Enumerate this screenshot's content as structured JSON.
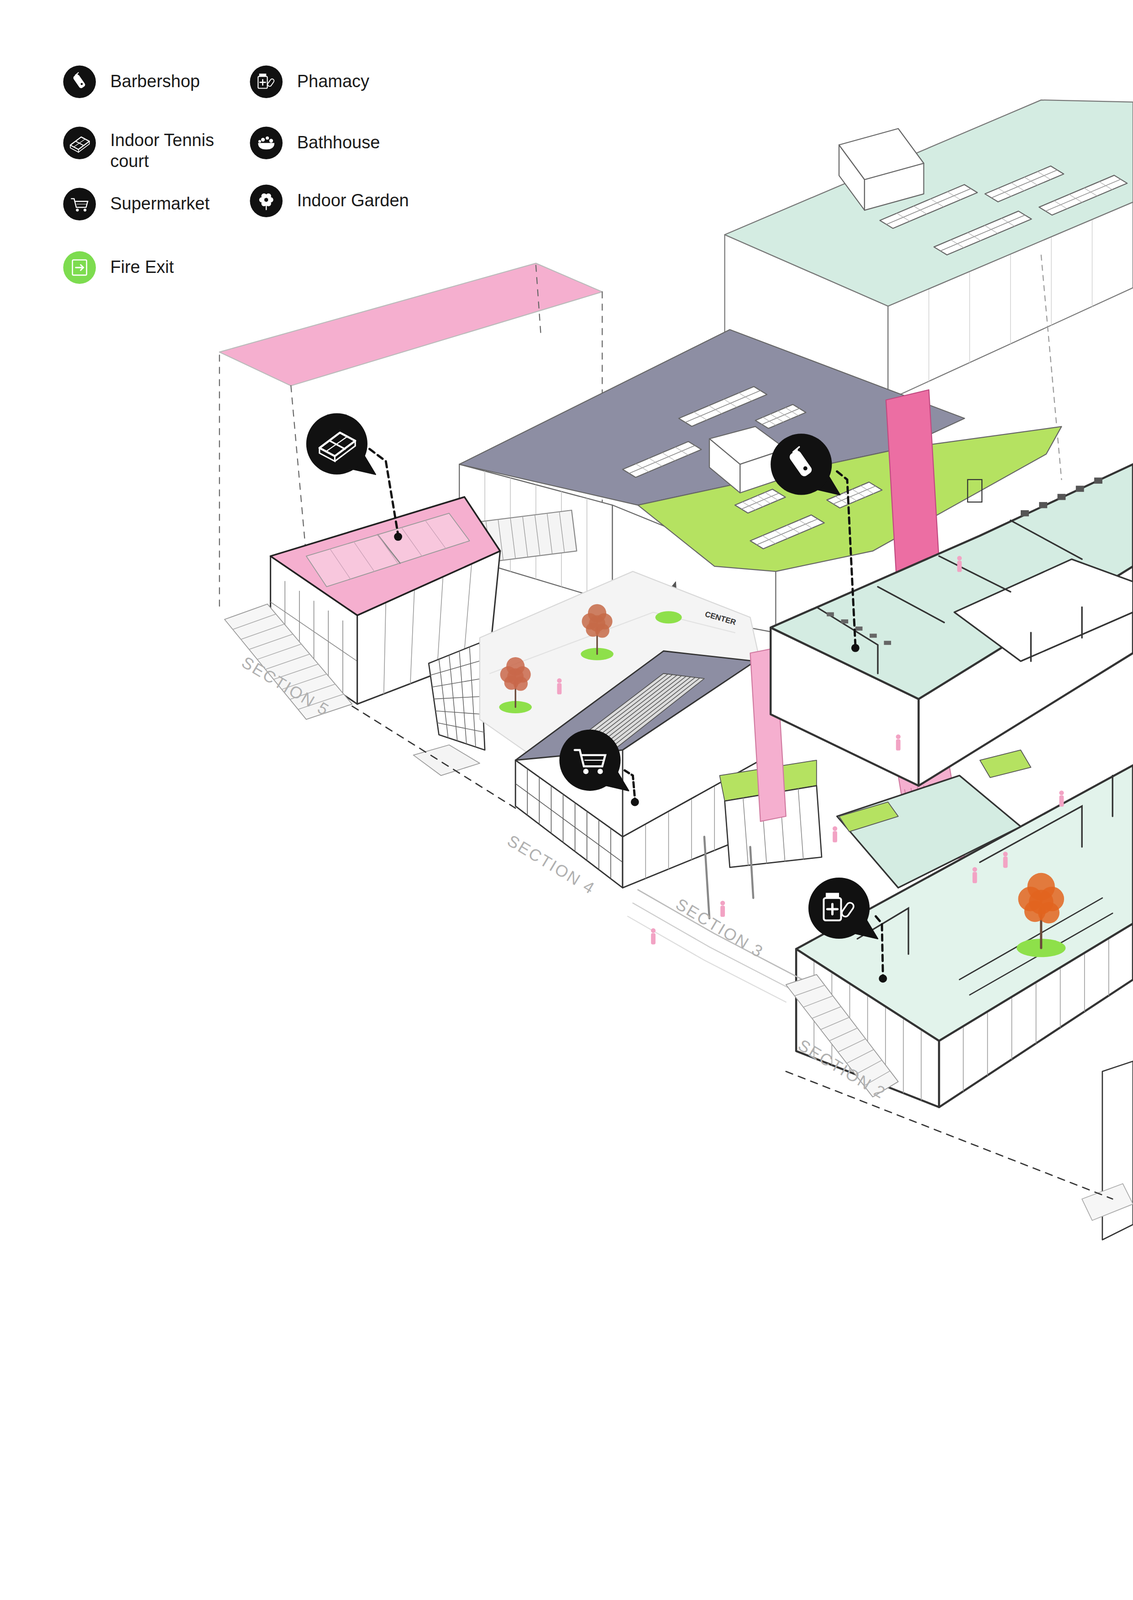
{
  "diagram": {
    "labels": [
      "SECTION 5",
      "CENTER",
      "SECTION 4",
      "SECTION 3",
      "SECTION 2"
    ],
    "legend": [
      {
        "text": "Barbershop"
      },
      {
        "text": "Phamacy"
      },
      {
        "text": "Indoor Tennis court"
      },
      {
        "text": "Bathhouse"
      },
      {
        "text": "Supermarket"
      },
      {
        "text": "Indoor Garden"
      },
      {
        "text": "Fire Exit",
        "color": "#7ddc4f"
      }
    ]
  }
}
